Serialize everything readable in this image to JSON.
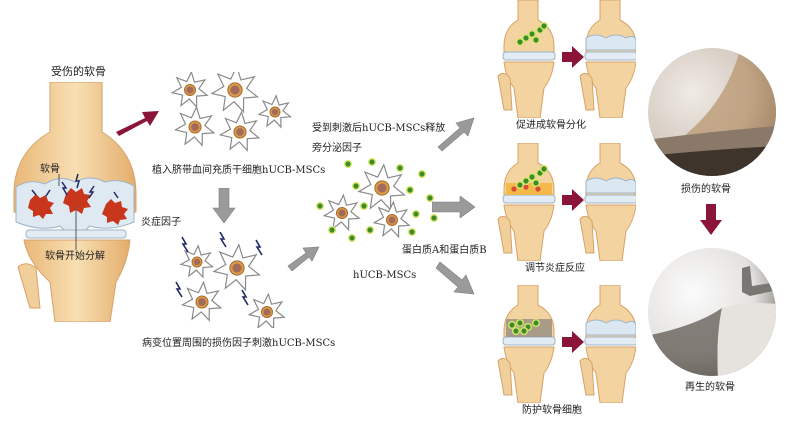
{
  "left_panel": {
    "title": "受伤的软骨",
    "label_cartilage": "软骨",
    "label_breakdown": "软骨开始分解"
  },
  "cell_groups": {
    "implanted": {
      "caption": "植入脐带血间充质干细胞hUCB-MSCs"
    },
    "stimulated": {
      "side_label": "炎症因子",
      "caption": "病变位置周围的损伤因子刺激hUCB-MSCs"
    },
    "secreting": {
      "caption_line1": "受到刺激后hUCB-MSCs释放",
      "caption_line2": "旁分泌因子",
      "bottom_label": "hUCB-MSCs",
      "proteins_label": "蛋白质A和蛋白质B"
    }
  },
  "effects": [
    {
      "caption": "促进成软骨分化",
      "state": "green-particles"
    },
    {
      "caption": "调节炎症反应",
      "state": "inflamed"
    },
    {
      "caption": "防护软骨细胞",
      "state": "protected"
    }
  ],
  "arthroscopy": {
    "before_caption": "损伤的软骨",
    "after_caption": "再生的软骨"
  },
  "colors": {
    "red_arrow": "#8a1538",
    "gray_arrow": "#9a9a9a",
    "bone": "#f3d3a0",
    "cartilage": "#dde9f3",
    "damage": "#c8361c",
    "cell_nucleus": "#a26a5a",
    "paracrine_green": "#3f8a2a"
  }
}
